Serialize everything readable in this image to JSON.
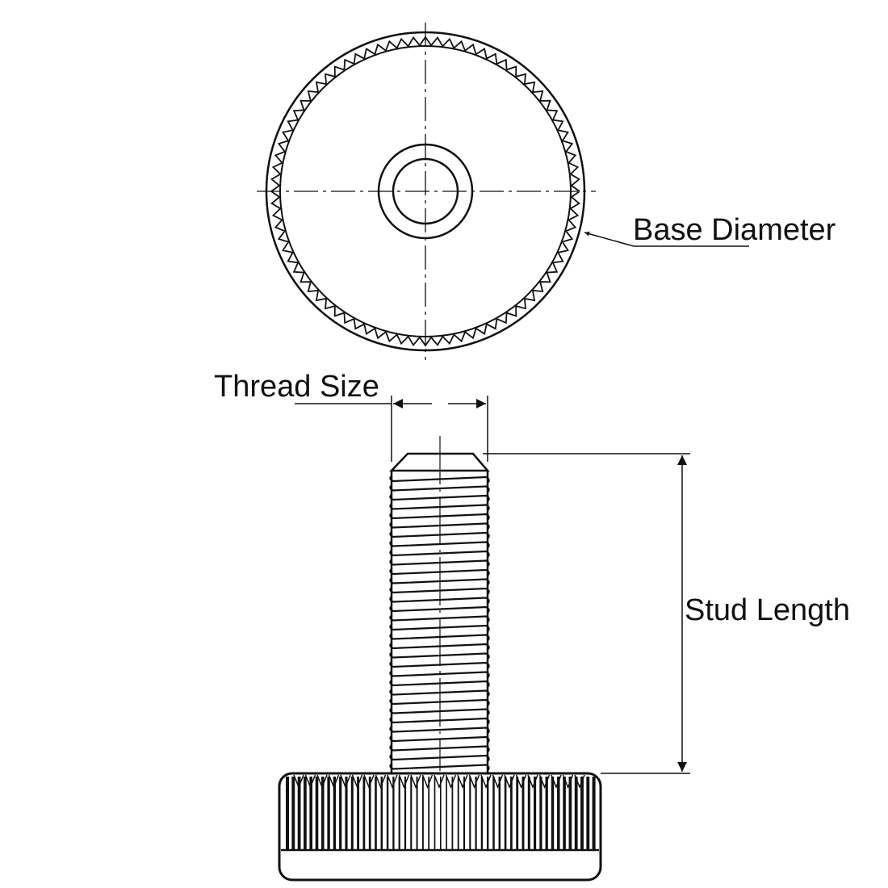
{
  "labels": {
    "base_diameter": "Base Diameter",
    "thread_size": "Thread Size",
    "stud_length": "Stud Length"
  },
  "colors": {
    "line": "#111111",
    "background": "#ffffff"
  }
}
